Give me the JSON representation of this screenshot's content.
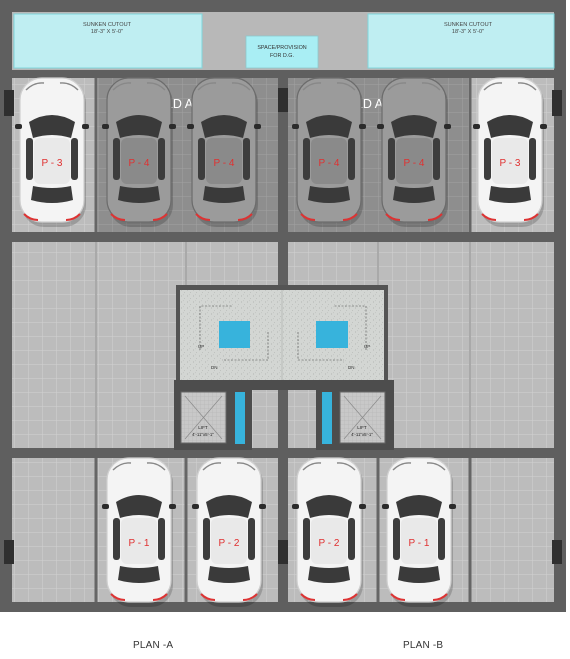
{
  "colors": {
    "frame": "#5f5f5f",
    "tile": "#b9b9b9",
    "tile_grid": "#cfcfcf",
    "hold_tile": "#8d8d8d",
    "cutout_fill": "#bfeef2",
    "cutout_stroke": "#7fd6dc",
    "dg_fill": "#a9eef4",
    "core_fill": "#d2d4d2",
    "stair_blue": "#37b3dc",
    "car_label": "#e03030",
    "hold_label": "#ffffff"
  },
  "cutouts": {
    "left": {
      "title": "SUNKEN CUTOUT",
      "size": "18'-3\" X 5'-0\""
    },
    "right": {
      "title": "SUNKEN CUTOUT",
      "size": "18'-3\" X 5'-0\""
    }
  },
  "dg_box": {
    "line1": "SPACE/PROVISION",
    "line2": "FOR D.G."
  },
  "hold_areas": [
    "HOLD AREA",
    "HOLD AREA"
  ],
  "cars": [
    {
      "label": "P - 3",
      "tone": "white"
    },
    {
      "label": "P - 4",
      "tone": "grey"
    },
    {
      "label": "P - 4",
      "tone": "grey"
    },
    {
      "label": "P - 4",
      "tone": "grey"
    },
    {
      "label": "P - 4",
      "tone": "grey"
    },
    {
      "label": "P - 3",
      "tone": "white"
    },
    {
      "label": "P - 1",
      "tone": "white"
    },
    {
      "label": "P - 2",
      "tone": "white"
    },
    {
      "label": "P - 2",
      "tone": "white"
    },
    {
      "label": "P - 1",
      "tone": "white"
    }
  ],
  "stairs": {
    "up": "UP",
    "down": "DN"
  },
  "lifts": [
    {
      "label": "LIFT",
      "size": "4'-11\"x5'-1\""
    },
    {
      "label": "LIFT",
      "size": "4'-11\"x5'-1\""
    }
  ],
  "captions": {
    "plan_a": "PLAN -A",
    "plan_b": "PLAN -B"
  }
}
